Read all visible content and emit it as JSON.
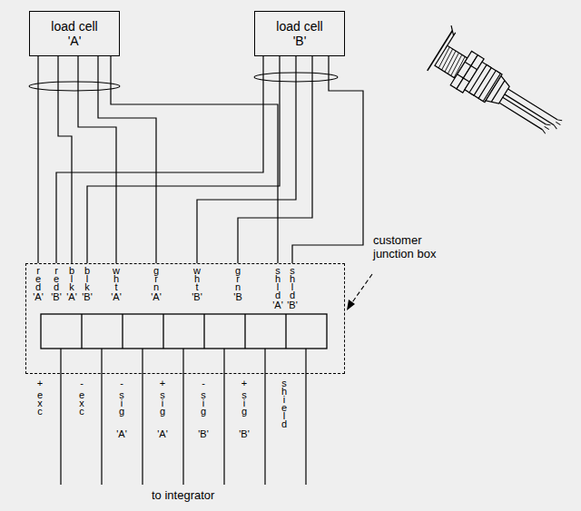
{
  "diagram": {
    "nodes": [
      {
        "text": [
          "load cell 'A'"
        ]
      },
      {
        "text": [
          "load cell 'B'"
        ]
      },
      {
        "text": [
          "customer junction box"
        ]
      }
    ],
    "edges": [
      {
        "from": 0,
        "to": 2,
        "arrow": "none"
      },
      {
        "from": 0,
        "to": 2,
        "arrow": "none"
      },
      {
        "from": 0,
        "to": 2,
        "arrow": "none"
      },
      {
        "from": 0,
        "to": 2,
        "arrow": "none"
      },
      {
        "from": 0,
        "to": 2,
        "arrow": "none"
      },
      {
        "from": 1,
        "to": 2,
        "arrow": "none"
      },
      {
        "from": 1,
        "to": 2,
        "arrow": "none"
      },
      {
        "from": 1,
        "to": 2,
        "arrow": "none"
      },
      {
        "from": 1,
        "to": 2,
        "arrow": "none"
      },
      {
        "from": 1,
        "to": 2,
        "arrow": "none"
      }
    ],
    "labels": [
      "red 'A'",
      "red 'B'",
      "blk 'A'",
      "blk 'B'",
      "wht 'A'",
      "grn 'A'",
      "wht 'B'",
      "grn 'B",
      "shld 'A'",
      "shld 'B'",
      "+ exc",
      "- exc",
      "- sig 'A'",
      "+ sig 'A'",
      "- sig 'B'",
      "+ sig 'B'",
      "shield",
      "to integrator"
    ]
  }
}
